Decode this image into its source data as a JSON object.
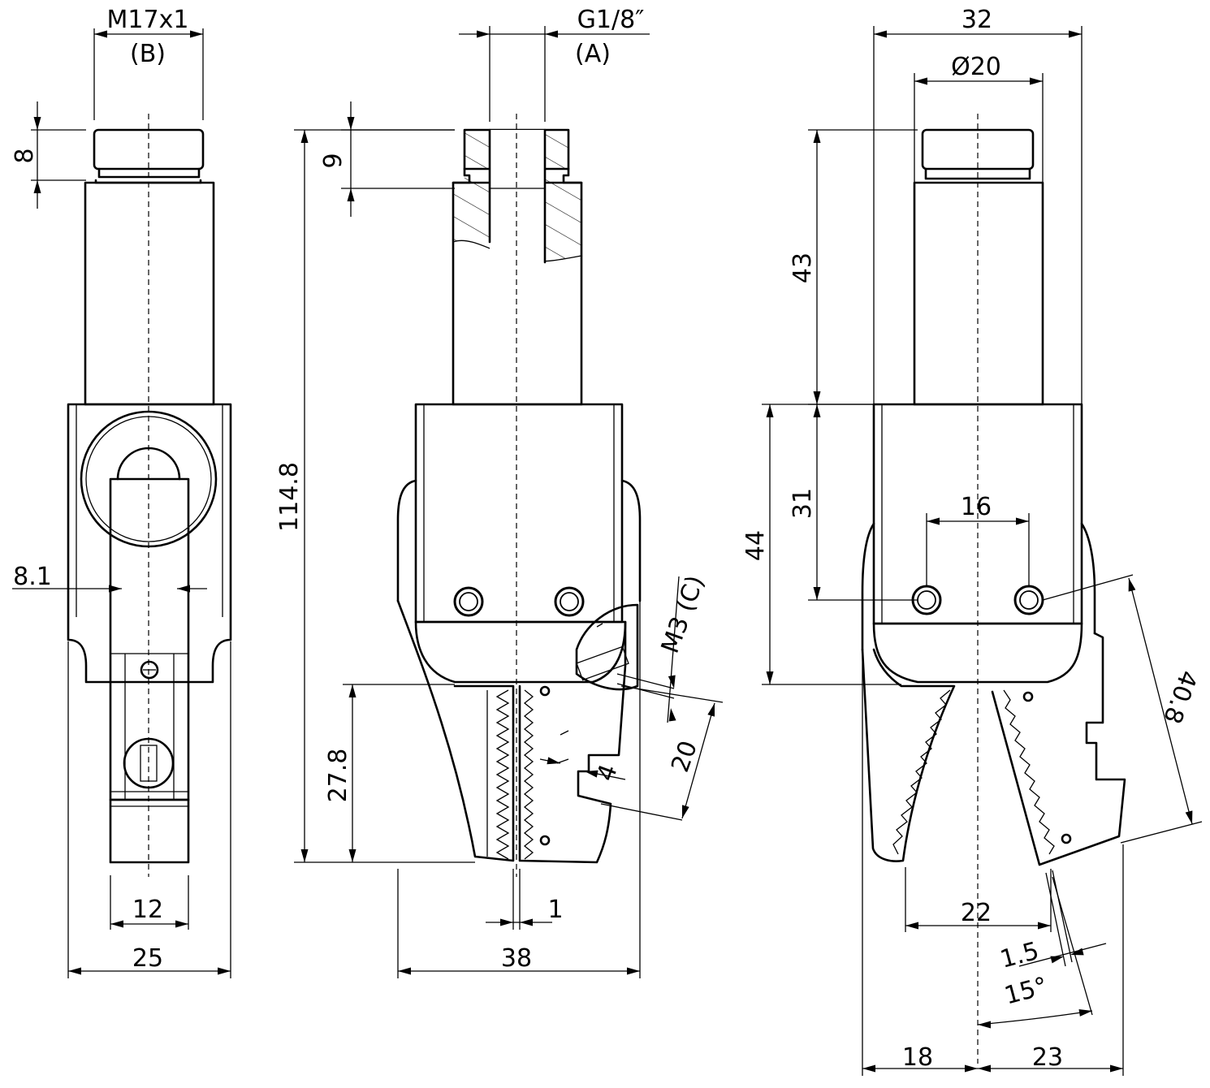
{
  "labels": {
    "thread_b": "M17x1",
    "port_b": "(B)",
    "thread_a": "G1/8″",
    "port_a": "(A)",
    "width_32": "32",
    "diameter_20": "Ø20",
    "height_8": "8",
    "height_9": "9",
    "height_43": "43",
    "height_31": "31",
    "height_44": "44",
    "total_114_8": "114.8",
    "jaw_27_8": "27.8",
    "hole_spacing_16": "16",
    "thread_c": "M3 (C)",
    "jaw_20": "20",
    "jaw_4": "4",
    "stroke_40_8": "40.8",
    "width_8_1": "8.1",
    "width_12": "12",
    "width_25": "25",
    "gap_1": "1",
    "width_38": "38",
    "open_22": "22",
    "offset_1_5": "1.5",
    "angle_15": "15°",
    "left_18": "18",
    "right_23": "23"
  }
}
